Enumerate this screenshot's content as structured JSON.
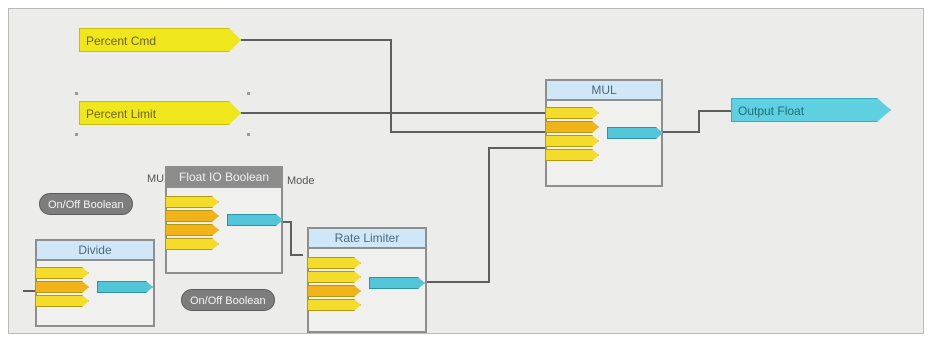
{
  "nodes": {
    "percent_cmd": "Percent Cmd",
    "percent_limit": "Percent Limit",
    "output_float": "Output Float",
    "onoff_1": "On/Off Boolean",
    "onoff_2": "On/Off Boolean"
  },
  "blocks": {
    "mul": {
      "title": "MUL"
    },
    "float_io": {
      "title": "Float IO Boolean",
      "caption_prefix": "MUX",
      "caption_suffix": "Mode"
    },
    "divide": {
      "title": "Divide"
    },
    "rate_limiter": {
      "title": "Rate Limiter"
    }
  },
  "colors": {
    "yellow_tag": "#f0e61c",
    "cyan_tag": "#5fd0e0",
    "gray_tag": "#7d7d7d",
    "block_header": "#cfe7f6",
    "wire": "#5e5e5e"
  }
}
